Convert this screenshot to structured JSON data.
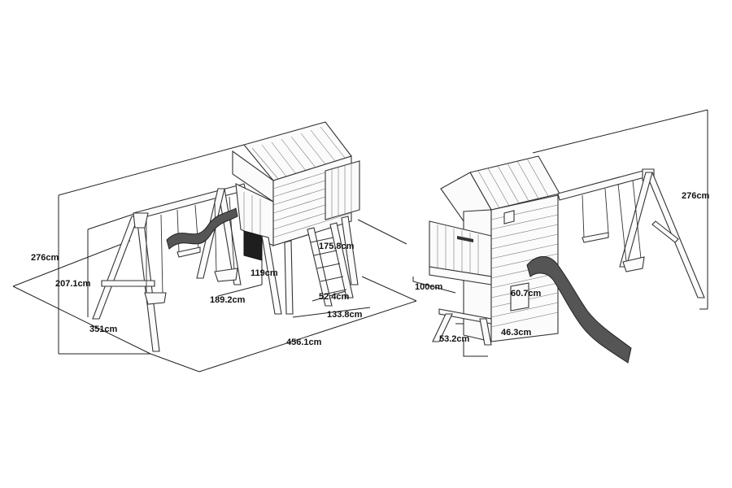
{
  "colors": {
    "line": "#222222",
    "slide": "#555555",
    "panel": "#1e1e1e",
    "background": "#ffffff"
  },
  "left_view": {
    "dim_276": "276cm",
    "dim_207": "207.1cm",
    "dim_351": "351cm",
    "dim_189": "189.2cm",
    "dim_119": "119cm",
    "dim_175": "175.8cm",
    "dim_52": "52.4cm",
    "dim_133": "133.8cm",
    "dim_456": "456.1cm"
  },
  "right_view": {
    "dim_276": "276cm",
    "dim_100": "100cm",
    "dim_60": "60.7cm",
    "dim_46": "46.3cm",
    "dim_53": "53.2cm"
  }
}
